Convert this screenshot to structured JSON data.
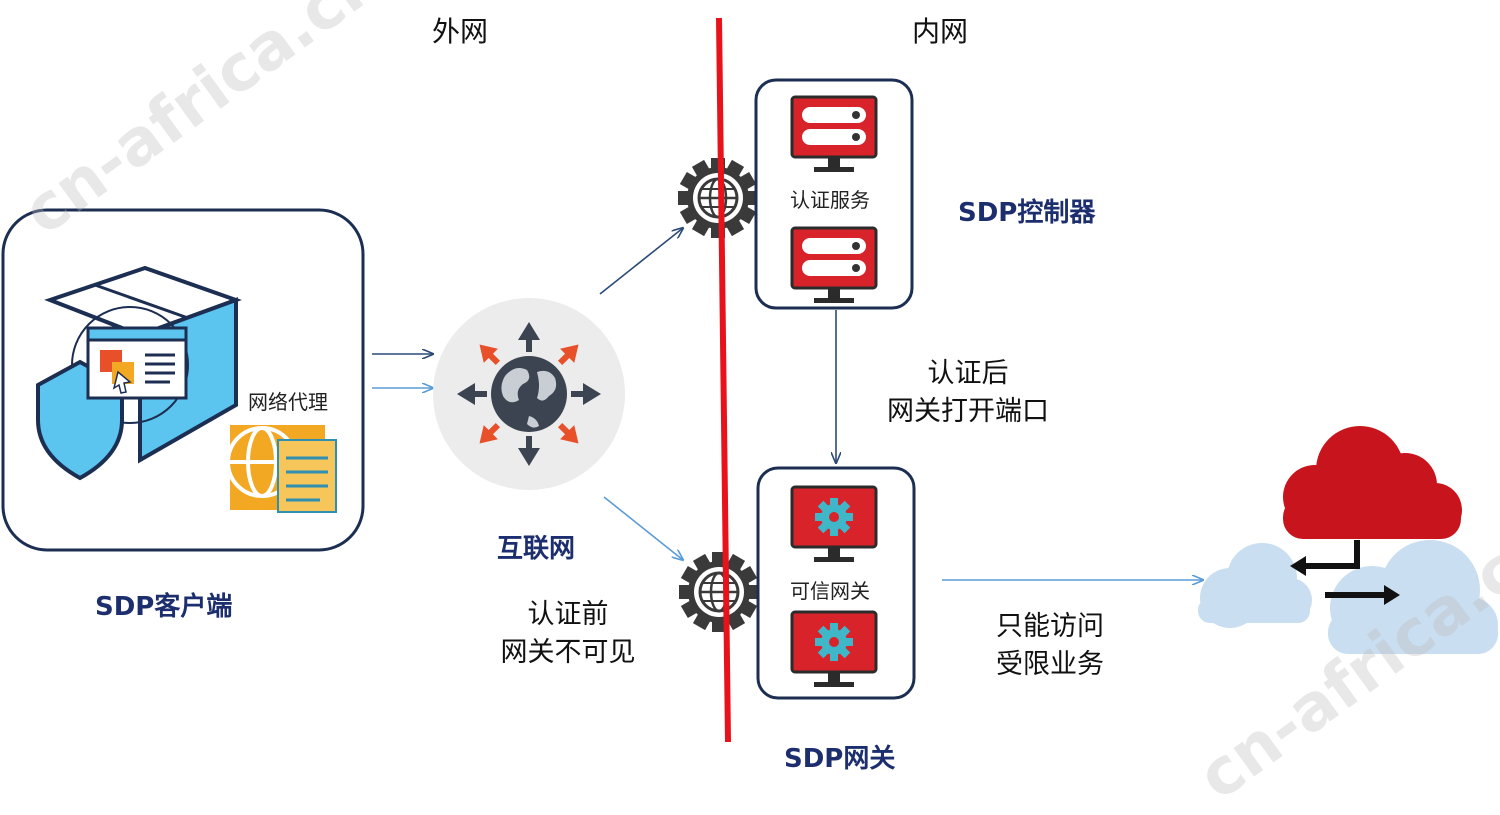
{
  "zones": {
    "outer": "外网",
    "inner": "内网"
  },
  "labels": {
    "client": "SDP客户端",
    "proxy": "网络代理",
    "internet": "互联网",
    "controller": "SDP控制器",
    "auth_service": "认证服务",
    "gateway": "SDP网关",
    "trusted_gateway": "可信网关"
  },
  "notes": {
    "before_auth_line1": "认证前",
    "before_auth_line2": "网关不可见",
    "after_auth_line1": "认证后",
    "after_auth_line2": "网关打开端口",
    "limited_line1": "只能访问",
    "limited_line2": "受限业务"
  },
  "watermark": "cn-africa.cn",
  "colors": {
    "divider": "#e8121a",
    "navy": "#1c2e6e",
    "monitor_red": "#d8232a",
    "gear_teal": "#3fb7c9",
    "shield_blue": "#5bc4ef",
    "cloud_red": "#c8141c",
    "cloud_blue": "#c9def0",
    "arrow_dark": "#2a4a7a",
    "arrow_light": "#5b9bd5"
  }
}
